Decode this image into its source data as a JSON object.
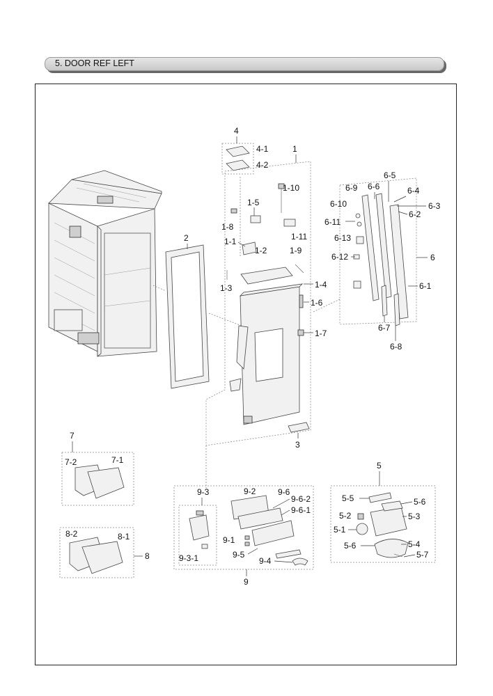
{
  "header": {
    "section_title": "5. DOOR REF LEFT"
  },
  "labels": {
    "l_1": "1",
    "l_1_1": "1-1",
    "l_1_2": "1-2",
    "l_1_3": "1-3",
    "l_1_4": "1-4",
    "l_1_5": "1-5",
    "l_1_6": "1-6",
    "l_1_7": "1-7",
    "l_1_8": "1-8",
    "l_1_9": "1-9",
    "l_1_10": "1-10",
    "l_1_11": "1-11",
    "l_2": "2",
    "l_3": "3",
    "l_4": "4",
    "l_4_1": "4-1",
    "l_4_2": "4-2",
    "l_5": "5",
    "l_5_1": "5-1",
    "l_5_2": "5-2",
    "l_5_3": "5-3",
    "l_5_4": "5-4",
    "l_5_5": "5-5",
    "l_5_6a": "5-6",
    "l_5_6b": "5-6",
    "l_5_7": "5-7",
    "l_6": "6",
    "l_6_1": "6-1",
    "l_6_2": "6-2",
    "l_6_3": "6-3",
    "l_6_4": "6-4",
    "l_6_5": "6-5",
    "l_6_6": "6-6",
    "l_6_7": "6-7",
    "l_6_8": "6-8",
    "l_6_9": "6-9",
    "l_6_10": "6-10",
    "l_6_11": "6-11",
    "l_6_12": "6-12",
    "l_6_13": "6-13",
    "l_7": "7",
    "l_7_1": "7-1",
    "l_7_2": "7-2",
    "l_8": "8",
    "l_8_1": "8-1",
    "l_8_2": "8-2",
    "l_9": "9",
    "l_9_1": "9-1",
    "l_9_2": "9-2",
    "l_9_3": "9-3",
    "l_9_3_1": "9-3-1",
    "l_9_4": "9-4",
    "l_9_5": "9-5",
    "l_9_6": "9-6",
    "l_9_6_1": "9-6-1",
    "l_9_6_2": "9-6-2"
  },
  "colors": {
    "line": "#333333",
    "part_fill": "#f1f1f1",
    "dash": "#8a8a8a"
  }
}
